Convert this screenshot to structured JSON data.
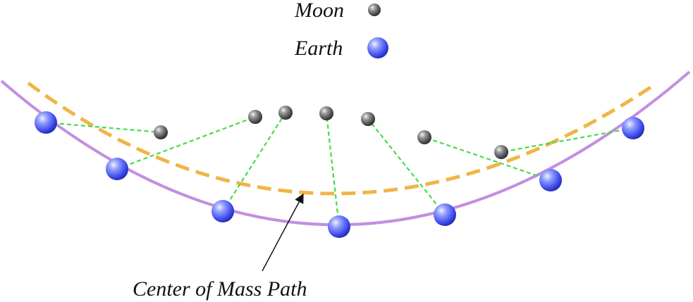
{
  "legend": {
    "moon_label": "Moon",
    "earth_label": "Earth"
  },
  "annotation": {
    "text": "Center of Mass Path"
  },
  "colors": {
    "earth_path": "#c48ee0",
    "center_of_mass_path": "#f0b545",
    "connector": "#44dd44",
    "earth_body": "#3a47e8",
    "moon_body": "#555555",
    "arrow": "#111111"
  }
}
